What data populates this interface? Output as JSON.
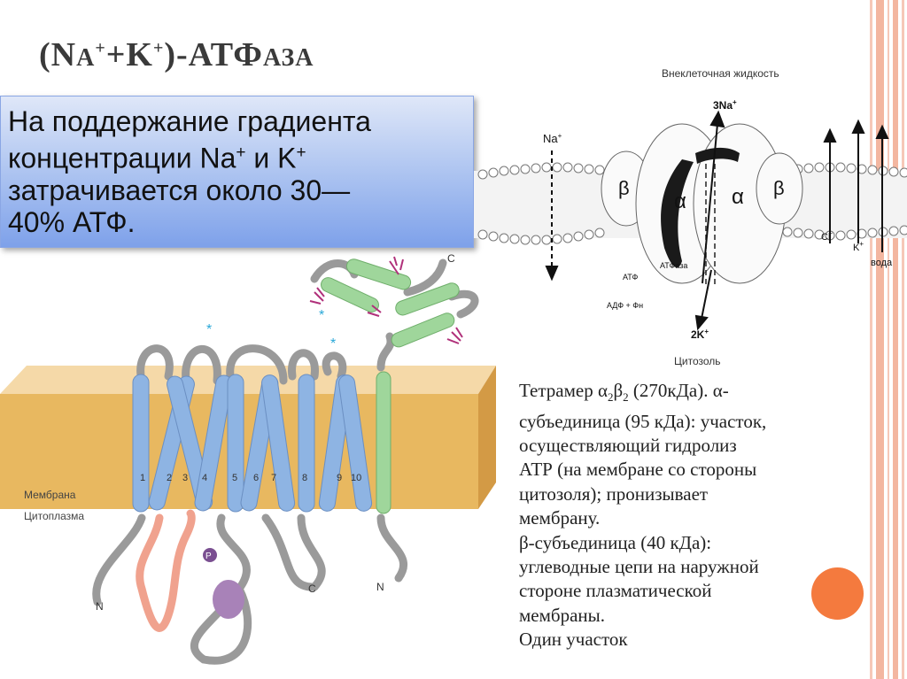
{
  "slide": {
    "title_parts": [
      "(N",
      "A",
      "+",
      "+K",
      "+",
      ")-АТФ",
      "АЗА"
    ],
    "callout_parts": [
      "На поддержание градиента",
      "концентрации Na",
      "+",
      " и K",
      "+",
      "затрачивается около 30—",
      "40% АТФ."
    ],
    "description": {
      "line1_parts": [
        "Тетрамер α",
        "2",
        "β",
        "2",
        " (270кДа). α-"
      ],
      "line2": "субъединица (95 кДа): участок,",
      "line3": "осуществляющий гидролиз",
      "line4": "АТР (на мембране со стороны",
      "line5": "цитозоля); пронизывает",
      "line6": "мембрану.",
      "line7": "β-субъединица (40 кДа):",
      "line8": "углеводные цепи на наружной",
      "line9": "стороне плазматической",
      "line10": "мембраны.",
      "line11": "Один участок"
    },
    "colors": {
      "accent_circle": "#f47a3e",
      "stripe": "#f3b8a4",
      "callout": "#a9c1f0",
      "membrane": "#e8b860",
      "helix_blue": "#8eb4e3",
      "helix_green": "#9fd69b",
      "loop_red": "#f0a28e",
      "glyco": "#b0307a"
    }
  },
  "pump_diagram": {
    "top_label": "Внеклеточная жидкость",
    "bottom_label": "Цитозоль",
    "na_out": "3Na",
    "na_out_sup": "+",
    "k_in": "2K",
    "k_in_sup": "+",
    "na_left": "Na",
    "na_left_sup": "+",
    "beta_left": "β",
    "alpha_left": "α",
    "alpha_right": "α",
    "beta_right": "β",
    "atp": "АТФ",
    "atpase": "АТФаза",
    "adp": "АДФ + Фн",
    "cl": "Cl",
    "cl_sup": "-",
    "k_right": "K",
    "k_right_sup": "+",
    "water": "вода"
  },
  "topology_diagram": {
    "membrane_label": "Мембрана",
    "cytoplasm_label": "Цитоплазма",
    "helix_numbers": [
      "1",
      "2",
      "3",
      "4",
      "5",
      "6",
      "7",
      "8",
      "9",
      "10"
    ],
    "c_terminal_top": "C",
    "c_terminal_bottom": "C",
    "n_terminal_left": "N",
    "n_terminal_right": "N",
    "p_label": "P",
    "star": "*"
  }
}
